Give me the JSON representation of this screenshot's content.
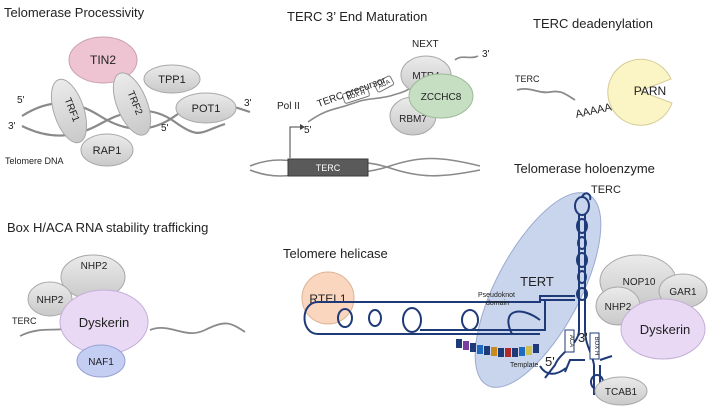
{
  "panels": {
    "processivity": {
      "title": "Telomerase Processivity",
      "tin2": "TIN2",
      "tpp1": "TPP1",
      "trf1": "TRF1",
      "trf2": "TRF2",
      "pot1": "POT1",
      "rap1": "RAP1",
      "five_prime_top": "5'",
      "three_prime_right": "3'",
      "three_prime_left": "3'",
      "five_prime_mid": "5'",
      "dna_label": "Telomere DNA"
    },
    "maturation": {
      "title": "TERC 3’ End Maturation",
      "next": "NEXT",
      "three_prime": "3'",
      "terc_precursor": "TERC precursor",
      "mtr4": "MTR4",
      "zcchc8": "ZCCHC8",
      "rbm7": "RBM7",
      "box_h": "BOX H",
      "aca": "ACA",
      "pol2": "Pol II",
      "five_prime": "5'",
      "terc_gene": "TERC"
    },
    "deadenylation": {
      "title": "TERC deadenylation",
      "terc": "TERC",
      "polya": "AAAAA",
      "parn": "PARN"
    },
    "stability": {
      "title": "Box H/ACA RNA stability trafficking",
      "nhp2_top": "NHP2",
      "nhp2_left": "NHP2",
      "terc": "TERC",
      "dyskerin": "Dyskerin",
      "naf1": "NAF1"
    },
    "helicase": {
      "title": "Telomere helicase",
      "rtel1": "RTEL1"
    },
    "holoenzyme": {
      "title": "Telomerase holoenzyme",
      "terc": "TERC",
      "tert": "TERT",
      "nop10": "NOP10",
      "gar1": "GAR1",
      "nhp2": "NHP2",
      "dyskerin": "Dyskerin",
      "pseudoknot": "Pseudoknot",
      "domain": "domain",
      "aca": "ACA",
      "box_h": "BOX H",
      "three_prime": "3'",
      "five_prime": "5'",
      "template": "Template",
      "tcab1": "TCAB1"
    }
  },
  "colors": {
    "protein_gray": "#d4d4d4",
    "protein_stroke": "#a8a8a8",
    "tin2_pink": "#efc4d2",
    "zcchc8_green": "#c6dfc2",
    "parn_yellow": "#fbf5c6",
    "dyskerin_lavender": "#e9d9f4",
    "naf1_blue": "#c4cdf2",
    "rtel1_peach": "#fbd6bf",
    "tert_blue": "#c9d5ec",
    "rna_navy": "#1f3a78",
    "gene_dark": "#555555"
  }
}
